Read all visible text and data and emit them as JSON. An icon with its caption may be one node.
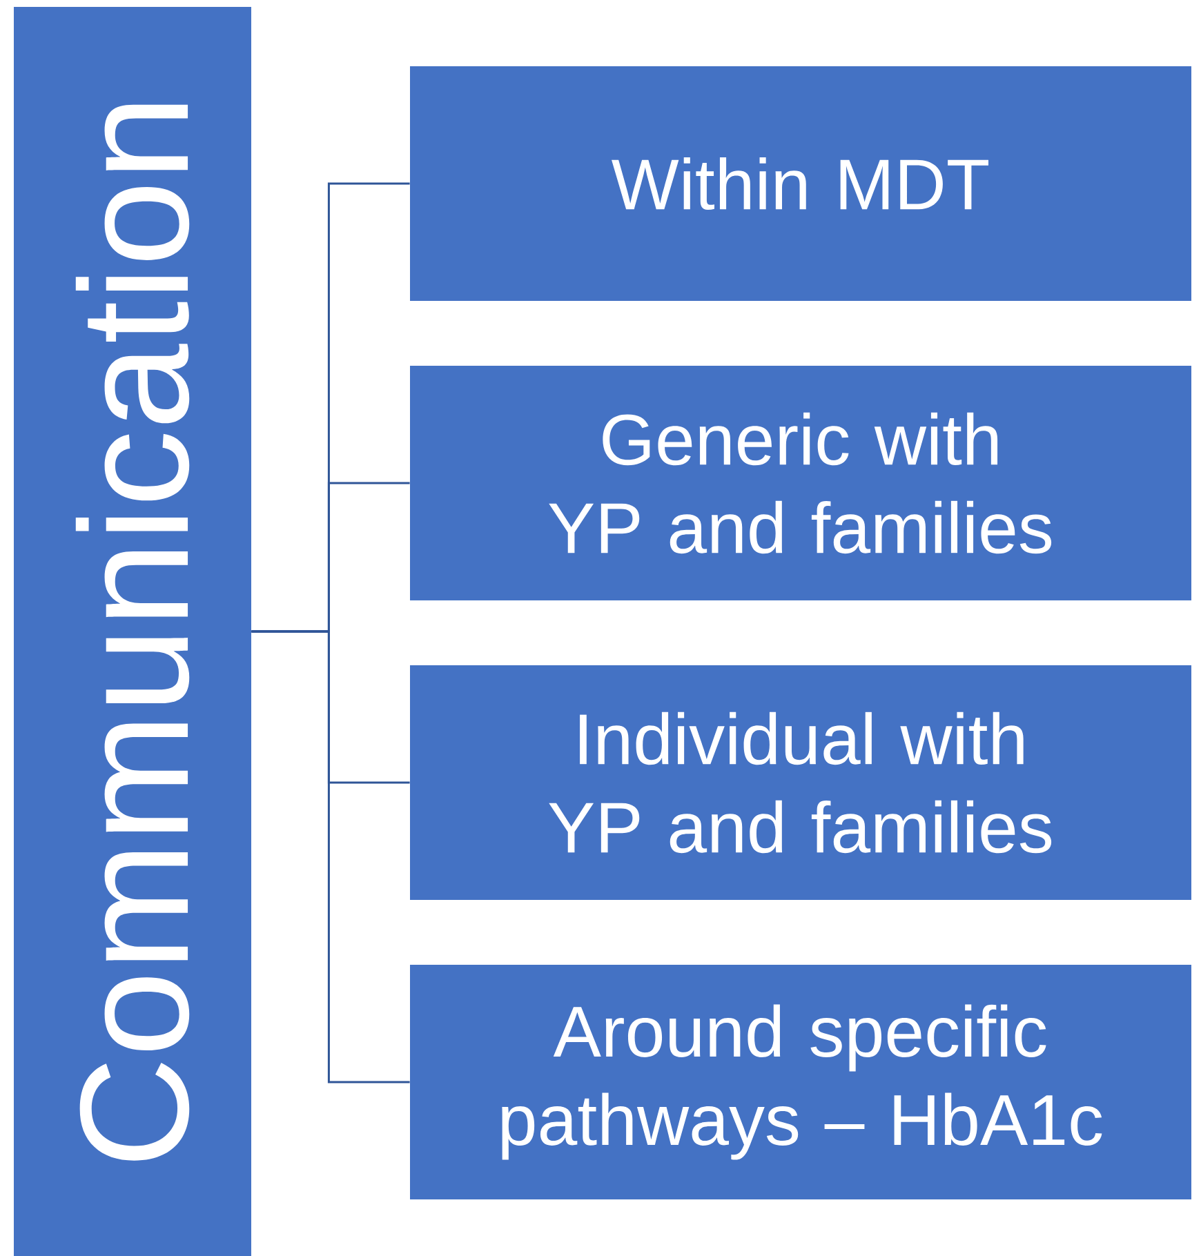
{
  "diagram": {
    "nodes": [
      {
        "text": [
          "Communication"
        ]
      },
      {
        "text": [
          "Within MDT"
        ]
      },
      {
        "text": [
          "Generic with YP and families"
        ]
      },
      {
        "text": [
          "Individual with YP and families"
        ]
      },
      {
        "text": [
          "Around specific pathways – HbA1c"
        ]
      }
    ],
    "edges": [
      {
        "from": 0,
        "to": 1,
        "arrow": "none"
      },
      {
        "from": 0,
        "to": 2,
        "arrow": "none"
      },
      {
        "from": 0,
        "to": 3,
        "arrow": "none"
      },
      {
        "from": 0,
        "to": 4,
        "arrow": "none"
      }
    ]
  }
}
